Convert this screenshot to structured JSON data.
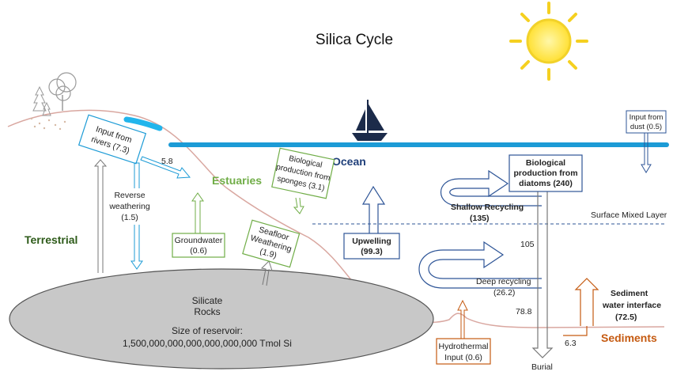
{
  "title": "Silica Cycle",
  "zones": {
    "terrestrial": "Terrestrial",
    "estuaries": "Estuaries",
    "ocean": "Ocean",
    "sediments": "Sediments",
    "surface_mixed_layer": "Surface Mixed Layer"
  },
  "reservoir": {
    "line1": "Silicate",
    "line2": "Rocks",
    "size_label": "Size of reservoir:",
    "size_value": "1,500,000,000,000,000,000,000 Tmol Si"
  },
  "fluxes": {
    "rivers": [
      "Input from",
      "rivers (7.3)"
    ],
    "reverse_weathering": [
      "Reverse",
      "weathering",
      "(1.5)"
    ],
    "estuary_value": "5.8",
    "groundwater": [
      "Groundwater",
      "(0.6)"
    ],
    "seafloor_weathering": [
      "Seafloor",
      "Weathering",
      "(1.9)"
    ],
    "sponges": [
      "Biological",
      "production from",
      "sponges (3.1)"
    ],
    "upwelling": [
      "Upwelling",
      "(99.3)"
    ],
    "diatoms": [
      "Biological",
      "production from",
      "diatoms (240)"
    ],
    "shallow_recycling": [
      "Shallow Recycling",
      "(135)"
    ],
    "deep_recycling": [
      "Deep recycling",
      "(26.2)"
    ],
    "value_105": "105",
    "value_78_8": "78.8",
    "value_6_3": "6.3",
    "dust": [
      "Input from",
      "dust (0.5)"
    ],
    "sediment_interface": [
      "Sediment",
      "water interface",
      "(72.5)"
    ],
    "hydrothermal": [
      "Hydrothermal",
      "Input (0.6)"
    ],
    "burial": "Burial"
  },
  "colors": {
    "ocean_line": "#1c9bd6",
    "text_dark": "#1f1f1f",
    "terrestrial_green": "#2e5b1a",
    "estuary_green": "#70ad47",
    "ocean_navy": "#1f3f7a",
    "sediment_orange": "#c55a11",
    "box_blue": "#2e5597",
    "sun": "#ffe033"
  }
}
